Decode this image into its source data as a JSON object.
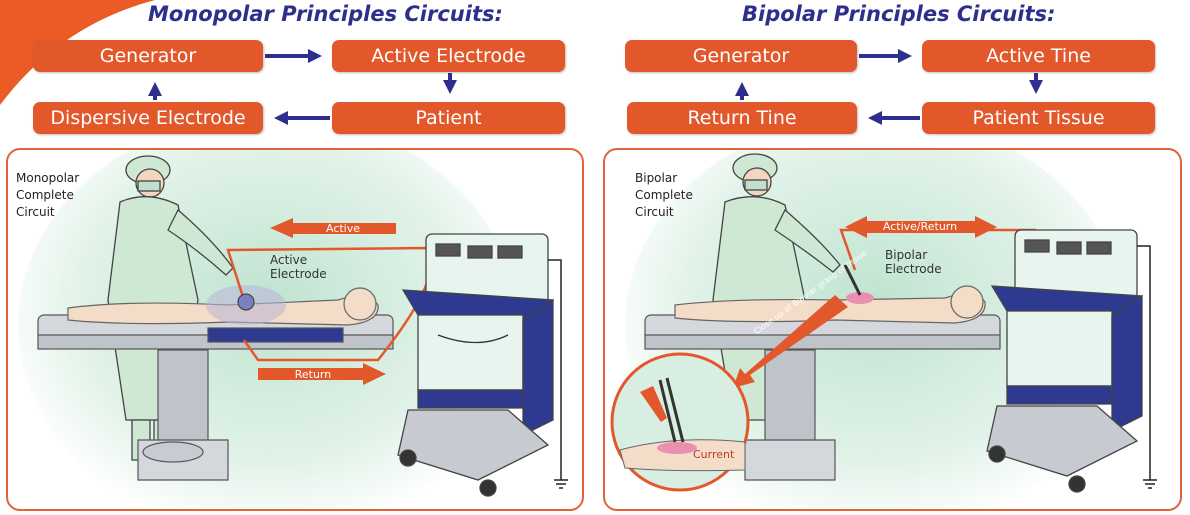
{
  "colors": {
    "box": "#e2582b",
    "title": "#2e2e8c",
    "arrow": "#2e2e8c",
    "panel_border": "#e0643a"
  },
  "monopolar": {
    "title": "Monopolar Principles Circuits:",
    "boxes": {
      "generator": "Generator",
      "active_electrode": "Active Electrode",
      "dispersive_electrode": "Dispersive Electrode",
      "patient": "Patient"
    },
    "panel": {
      "caption": [
        "Monopolar",
        "Complete",
        "Circuit"
      ],
      "callout": [
        "Active",
        "Electrode"
      ],
      "active_label": "Active",
      "return_label": "Return"
    }
  },
  "bipolar": {
    "title": "Bipolar Principles Circuits:",
    "boxes": {
      "generator": "Generator",
      "active_tine": "Active Tine",
      "return_tine": "Return Tine",
      "patient_tissue": "Patient Tissue"
    },
    "panel": {
      "caption": [
        "Bipolar",
        "Complete",
        "Circuit"
      ],
      "callout": [
        "Bipolar",
        "Electrode"
      ],
      "active_return_label": "Active/Return",
      "closeup_label": "Close up of Bipolar grasp of tissue",
      "current_label": "Current"
    }
  }
}
